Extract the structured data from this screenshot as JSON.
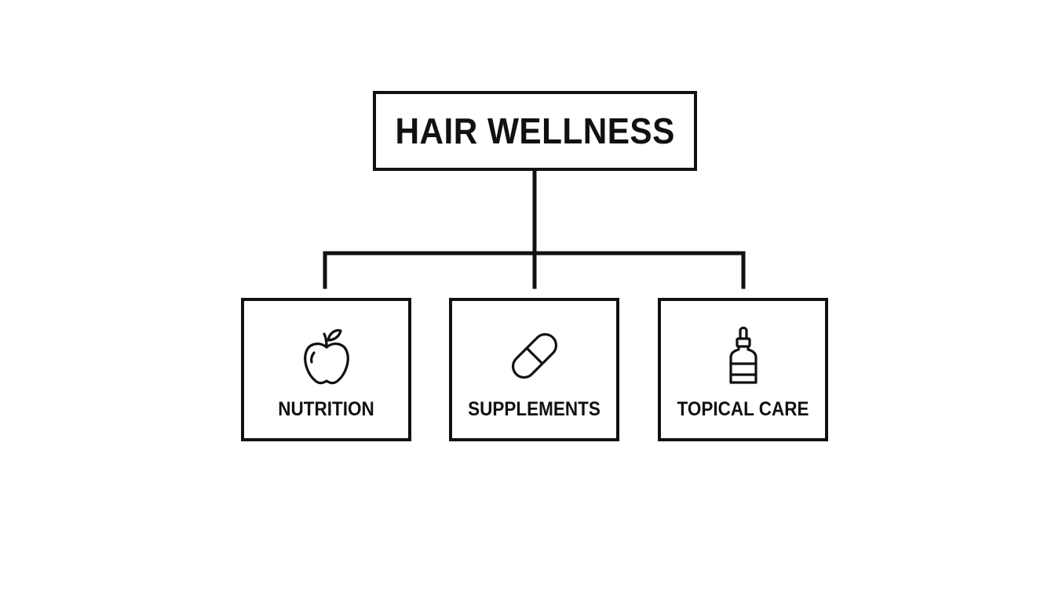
{
  "diagram": {
    "root": {
      "label": "HAIR WELLNESS"
    },
    "children": [
      {
        "label": "NUTRITION",
        "icon": "apple-icon"
      },
      {
        "label": "SUPPLEMENTS",
        "icon": "capsule-icon"
      },
      {
        "label": "TOPICAL CARE",
        "icon": "dropper-bottle-icon"
      }
    ]
  },
  "colors": {
    "line": "#111111",
    "background": "#ffffff"
  }
}
